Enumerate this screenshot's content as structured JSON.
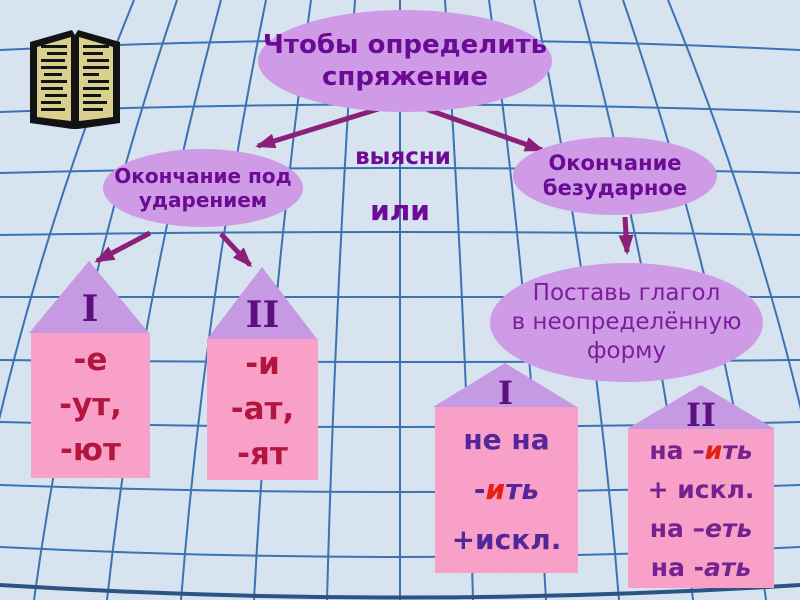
{
  "slide": {
    "topic": "Определение спряжения глагола",
    "palette": {
      "background": "#d8e5f1",
      "grid_line": "#2b67ac",
      "ellipse_fill": "#cf9be7",
      "ellipse_text": "#6b0b93",
      "arrow": "#8c1f79",
      "roof_fill": "#c69ae3",
      "house_fill": "#f9a0c9",
      "left_house_text": "#b2163f",
      "right_house1_text": "#53279b",
      "right_house2_text": "#74228f",
      "highlight_red": "#e32114"
    },
    "icons": {
      "book": "open-book-icon"
    },
    "flow": {
      "title": "Чтобы определить\nспряжение",
      "find_out": "выясни",
      "or": "или",
      "stressed": "Окончание под\nударением",
      "unstressed": "Окончание\nбезударное",
      "infinitive": "Поставь глагол\nв неопределённую\nформу"
    },
    "houses": {
      "left1": {
        "roof": "I",
        "lines": [
          [
            {
              "t": "-е"
            }
          ],
          [
            {
              "t": "-ут,"
            }
          ],
          [
            {
              "t": "-ют"
            }
          ]
        ]
      },
      "left2": {
        "roof": "II",
        "lines": [
          [
            {
              "t": "-и"
            }
          ],
          [
            {
              "t": "-ат,"
            }
          ],
          [
            {
              "t": "-ят"
            }
          ]
        ]
      },
      "right1": {
        "roof": "I",
        "lines": [
          [
            {
              "t": "не на"
            }
          ],
          [
            {
              "t": "-"
            },
            {
              "t": "и",
              "c": "red it"
            },
            {
              "t": "ть",
              "c": "it"
            }
          ],
          [
            {
              "t": "+искл."
            }
          ]
        ]
      },
      "right2": {
        "roof": "II",
        "lines": [
          [
            {
              "t": "на –"
            },
            {
              "t": "и",
              "c": "red it"
            },
            {
              "t": "ть",
              "c": "it"
            }
          ],
          [
            {
              "t": "+ искл."
            }
          ],
          [
            {
              "t": "на –"
            },
            {
              "t": "еть",
              "c": "it"
            }
          ],
          [
            {
              "t": "на -"
            },
            {
              "t": "ать",
              "c": "it"
            }
          ]
        ]
      }
    }
  }
}
